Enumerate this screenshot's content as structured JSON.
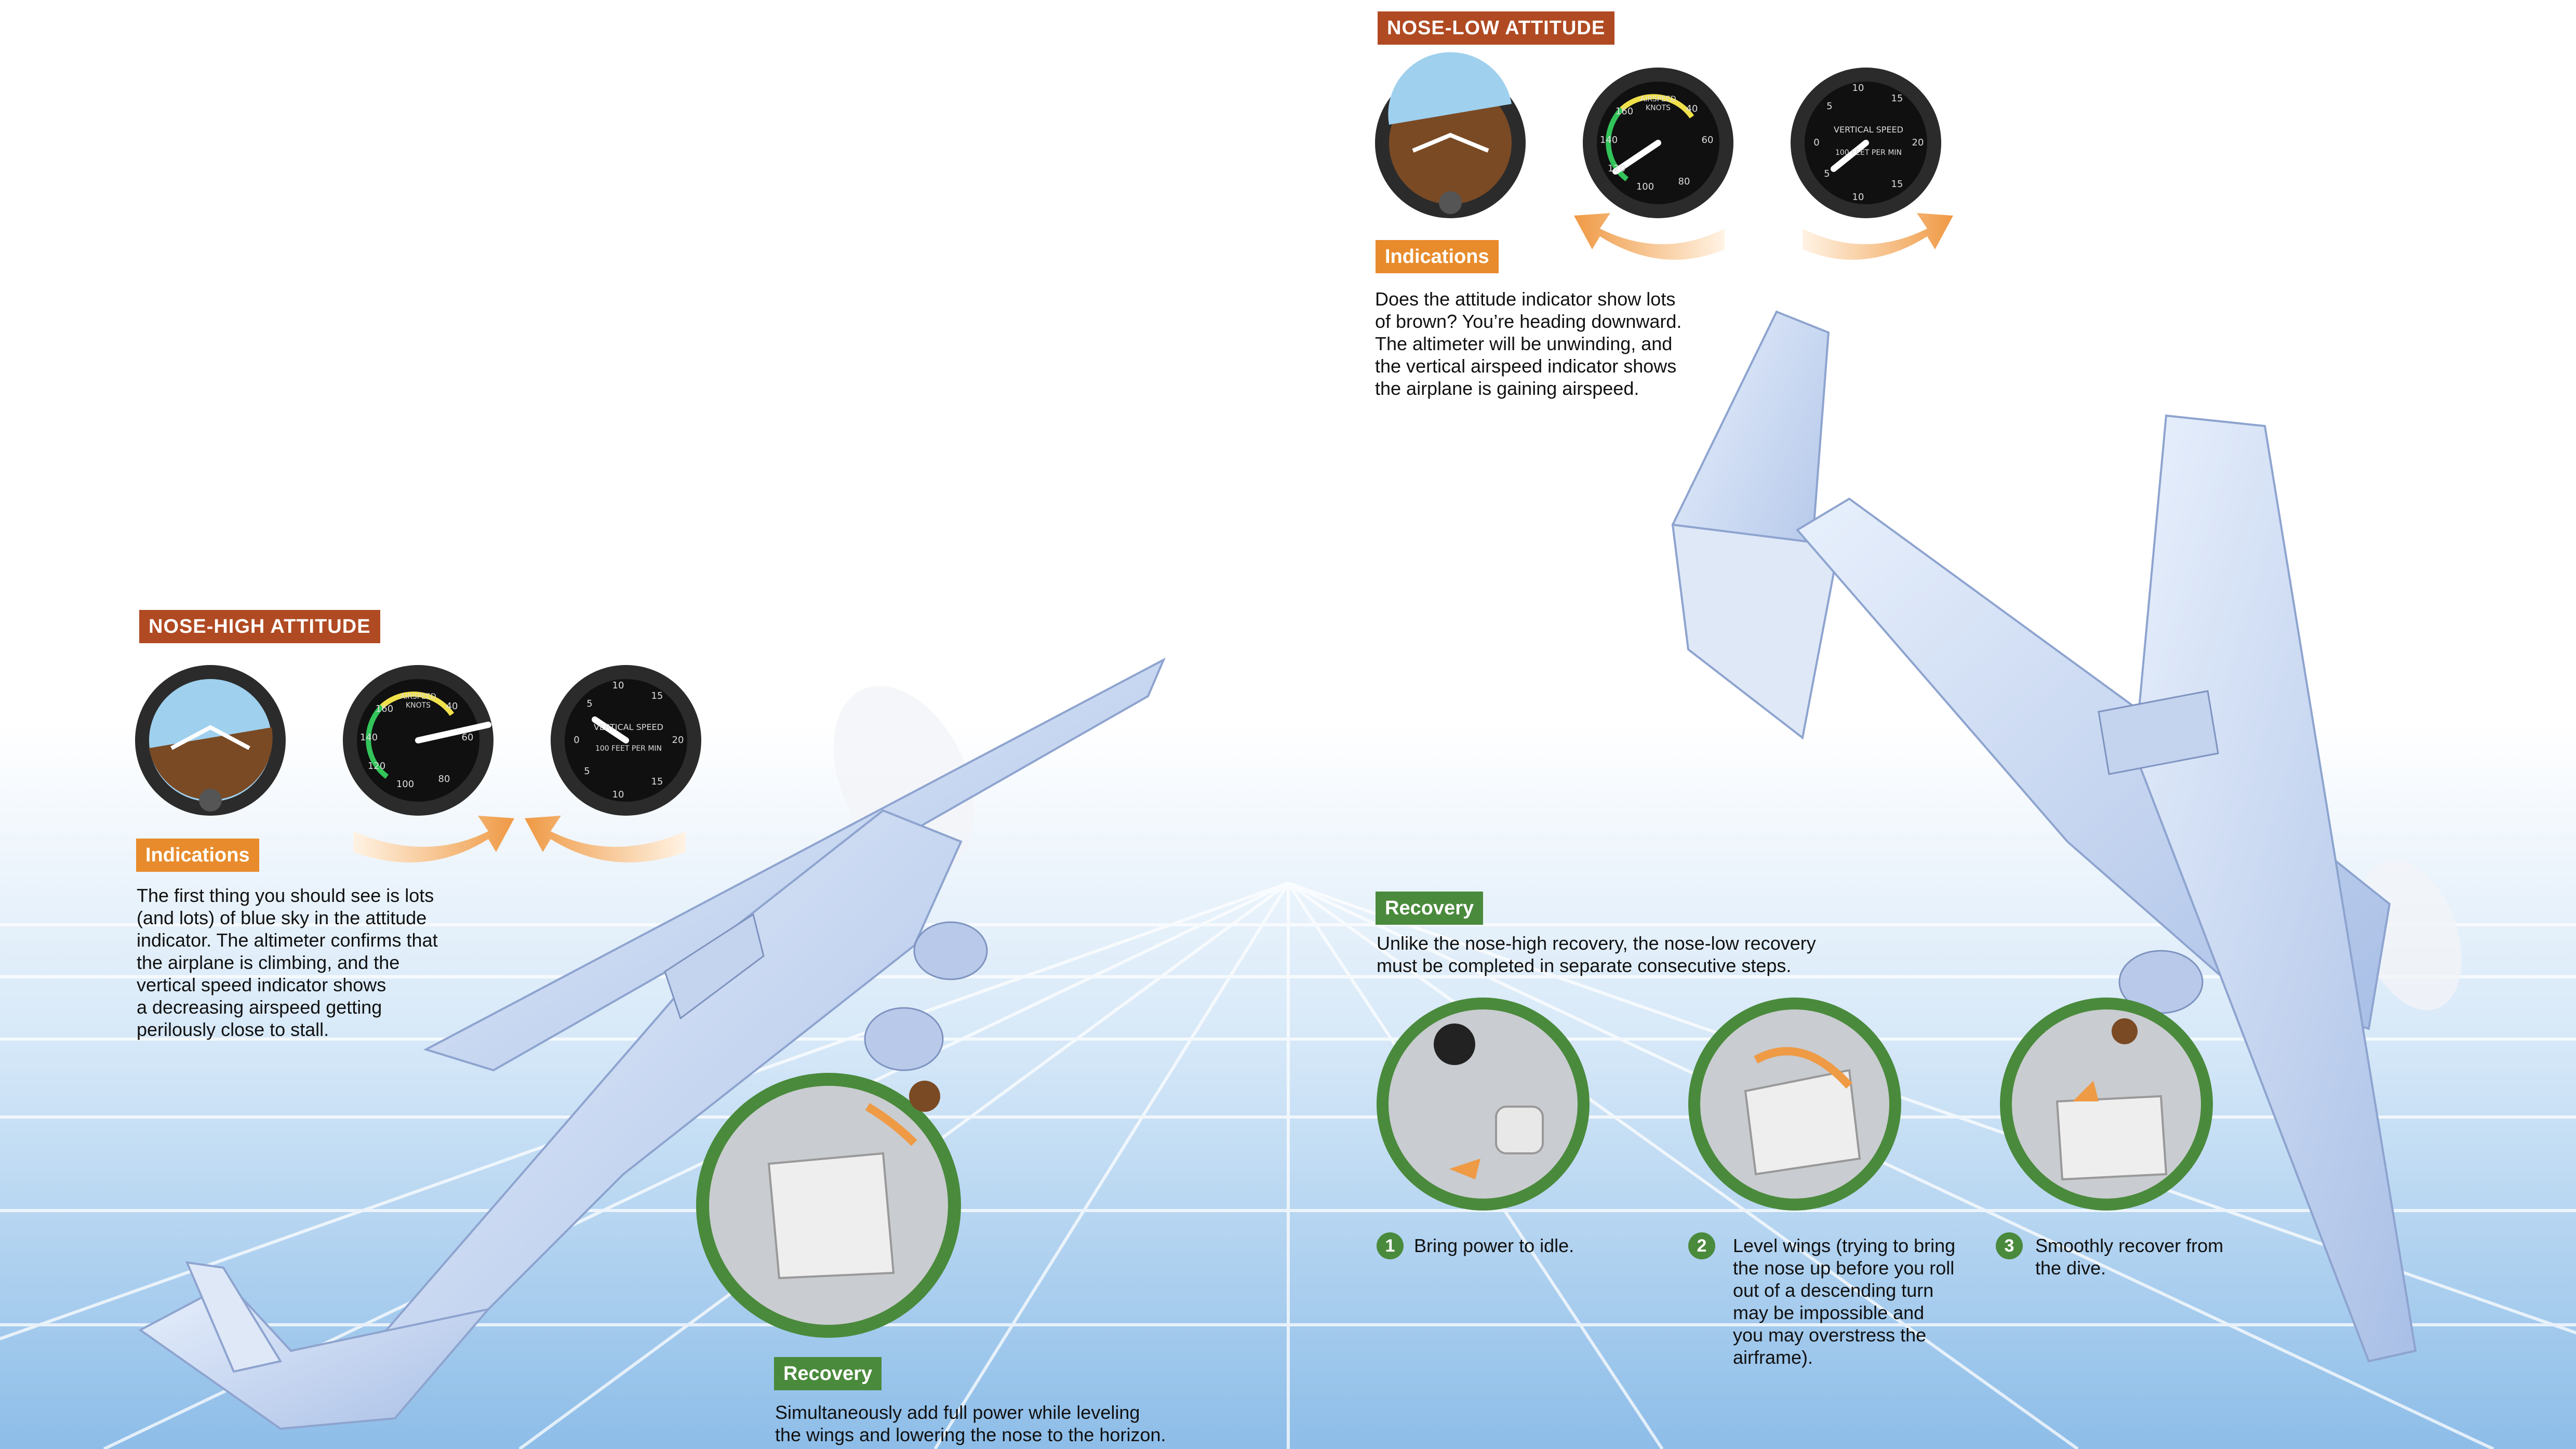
{
  "nose_high": {
    "title": "NOSE-HIGH ATTITUDE",
    "indications_label": "Indications",
    "indications_text": [
      "The first thing you should see is lots",
      "(and lots) of blue sky in the attitude",
      "indicator. The altimeter confirms that",
      "the airplane is climbing, and the",
      "vertical speed indicator shows",
      "a decreasing  airspeed getting",
      "perilously close to stall."
    ],
    "recovery_label": "Recovery",
    "recovery_text": [
      "Simultaneously add full power while leveling",
      "the wings and lowering the nose to the horizon."
    ]
  },
  "nose_low": {
    "title": "NOSE-LOW ATTITUDE",
    "indications_label": "Indications",
    "indications_text": [
      "Does the attitude indicator show lots",
      "of brown? You’re heading downward.",
      "The altimeter will be unwinding, and",
      "the vertical airspeed indicator shows",
      "the airplane is gaining airspeed."
    ],
    "recovery_label": "Recovery",
    "recovery_text": [
      "Unlike the nose-high recovery, the nose-low recovery",
      "must be completed in separate consecutive steps."
    ],
    "steps": [
      {
        "num": "1",
        "lines": [
          "Bring power to idle."
        ]
      },
      {
        "num": "2",
        "lines": [
          "Level wings (trying to bring",
          "the nose up before you roll",
          "out of a descending turn",
          "may be impossible and",
          "you may overstress the",
          "airframe)."
        ]
      },
      {
        "num": "3",
        "lines": [
          "Smoothly recover from",
          "the dive."
        ]
      }
    ]
  },
  "gauges": {
    "airspeed_title": "AIRSPEED",
    "airspeed_unit": "KNOTS",
    "airspeed_ticks": [
      "40",
      "60",
      "80",
      "100",
      "120",
      "140",
      "160"
    ],
    "vsi_title": "VERTICAL SPEED",
    "vsi_unit": "100 FEET PER MIN",
    "vsi_ticks": [
      "10",
      "15",
      "20",
      "15",
      "10",
      "5",
      "0",
      "5"
    ]
  },
  "colors": {
    "title_red": "#b04a22",
    "indications_orange": "#e88b2c",
    "recovery_green": "#4a8a3c",
    "sky": "#9cc6ec",
    "ground": "#8a5a2b",
    "arrow": "#f0a050"
  }
}
